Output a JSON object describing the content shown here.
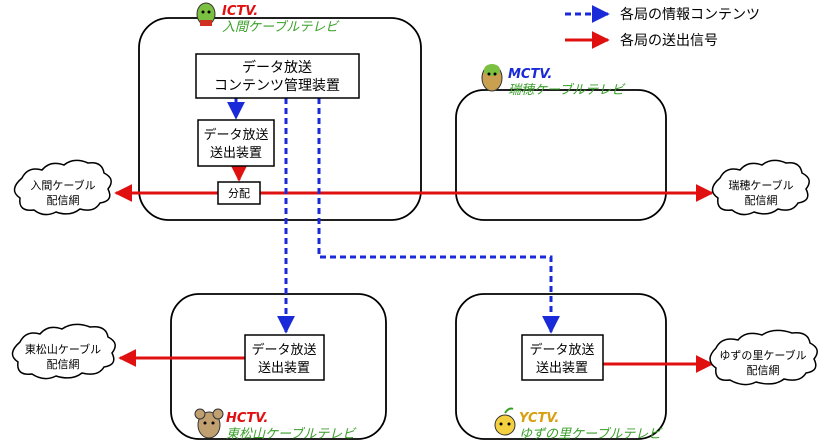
{
  "legend": {
    "info_contents": "各局の情報コンテンツ",
    "transmission_signal": "各局の送出信号"
  },
  "stations": {
    "ictv": {
      "abbr": "ICTV.",
      "name": "入間ケーブルテレビ"
    },
    "mctv": {
      "abbr": "MCTV.",
      "name": "瑞穂ケーブルテレビ"
    },
    "hctv": {
      "abbr": "HCTV.",
      "name": "東松山ケーブルテレビ"
    },
    "yctv": {
      "abbr": "YCTV.",
      "name": "ゆずの里ケーブルテレビ"
    }
  },
  "boxes": {
    "management_line1": "データ放送",
    "management_line2": "コンテンツ管理装置",
    "ictv_tx_line1": "データ放送",
    "ictv_tx_line2": "送出装置",
    "distribution": "分配",
    "hctv_tx_line1": "データ放送",
    "hctv_tx_line2": "送出装置",
    "yctv_tx_line1": "データ放送",
    "yctv_tx_line2": "送出装置"
  },
  "networks": {
    "iruma_line1": "入間ケーブル",
    "iruma_line2": "配信網",
    "mizuho_line1": "瑞穂ケーブル",
    "mizuho_line2": "配信網",
    "higashimatsuyama_line1": "東松山ケーブル",
    "higashimatsuyama_line2": "配信網",
    "yuzunosato_line1": "ゆずの里ケーブル",
    "yuzunosato_line2": "配信網"
  },
  "colors": {
    "info_arrow": "#1a2ad8",
    "signal_arrow": "#e01010",
    "station_name": "#3aa02a",
    "station_abbr": "#1a2ad8",
    "station_abbr_ictv": "#e01010"
  }
}
